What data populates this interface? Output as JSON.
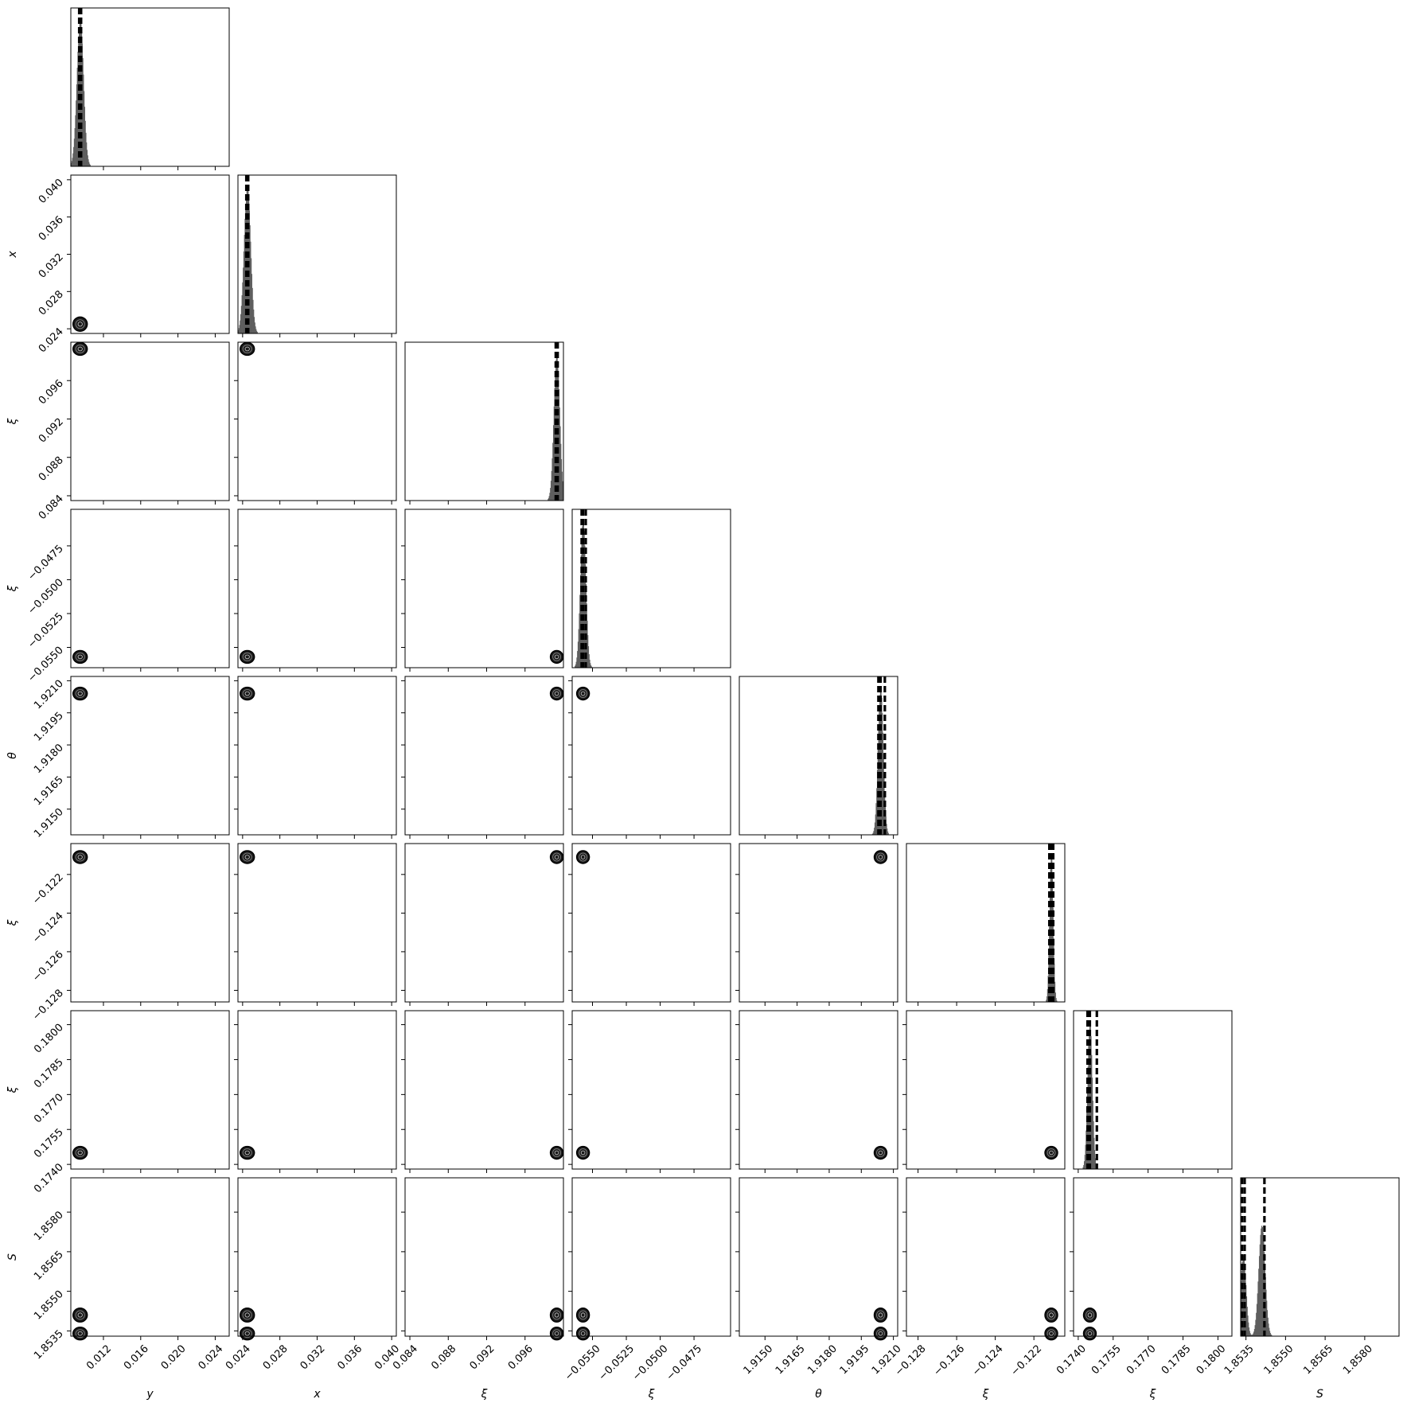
{
  "chart_data": {
    "type": "corner",
    "params": [
      {
        "label": "y",
        "range": [
          0.0085,
          0.0255
        ],
        "ticks": [
          0.012,
          0.016,
          0.02,
          0.024
        ],
        "tick_labels": [
          "0.012",
          "0.016",
          "0.020",
          "0.024"
        ],
        "mean": 0.0095,
        "sd": 0.00035,
        "quantiles": [
          0.0094,
          0.0095,
          0.0096
        ]
      },
      {
        "label": "x",
        "range": [
          0.0235,
          0.0405
        ],
        "ticks": [
          0.024,
          0.028,
          0.032,
          0.036,
          0.04
        ],
        "tick_labels": [
          "0.024",
          "0.028",
          "0.032",
          "0.036",
          "0.040"
        ],
        "mean": 0.0245,
        "sd": 0.00035,
        "quantiles": [
          0.0244,
          0.0245,
          0.0246
        ]
      },
      {
        "label": "ξ",
        "range": [
          0.0835,
          0.1
        ],
        "ticks": [
          0.084,
          0.088,
          0.092,
          0.096
        ],
        "tick_labels": [
          "0.084",
          "0.088",
          "0.092",
          "0.096"
        ],
        "mean": 0.0993,
        "sd": 0.0003,
        "quantiles": [
          0.0992,
          0.0993,
          0.0994
        ]
      },
      {
        "label": "ξ",
        "range": [
          -0.0565,
          -0.0448
        ],
        "ticks": [
          -0.055,
          -0.0525,
          -0.05,
          -0.0475
        ],
        "tick_labels": [
          "−0.0550",
          "−0.0525",
          "−0.0500",
          "−0.0475"
        ],
        "mean": -0.0557,
        "sd": 0.0002,
        "quantiles": [
          -0.0558,
          -0.0557,
          -0.0555
        ]
      },
      {
        "label": "θ",
        "range": [
          1.9138,
          1.9212
        ],
        "ticks": [
          1.915,
          1.9165,
          1.918,
          1.9195,
          1.921
        ],
        "tick_labels": [
          "1.9150",
          "1.9165",
          "1.9180",
          "1.9195",
          "1.9210"
        ],
        "mean": 1.9204,
        "sd": 0.00012,
        "quantiles": [
          1.9203,
          1.9204,
          1.9206
        ]
      },
      {
        "label": "ξ",
        "range": [
          -0.1286,
          -0.1204
        ],
        "ticks": [
          -0.128,
          -0.126,
          -0.124,
          -0.122
        ],
        "tick_labels": [
          "−0.128",
          "−0.126",
          "−0.124",
          "−0.122"
        ],
        "mean": -0.1211,
        "sd": 9e-05,
        "quantiles": [
          -0.1212,
          -0.1211,
          -0.121
        ]
      },
      {
        "label": "ξ",
        "range": [
          0.1738,
          0.1806
        ],
        "ticks": [
          0.174,
          0.1755,
          0.177,
          0.1785,
          0.18
        ],
        "tick_labels": [
          "0.1740",
          "0.1755",
          "0.1770",
          "0.1785",
          "0.1800"
        ],
        "mean": 0.1745,
        "sd": 0.0001,
        "quantiles": [
          0.1744,
          0.1745,
          0.1748
        ]
      },
      {
        "label": "S",
        "range": [
          1.8533,
          1.8593
        ],
        "ticks": [
          1.8535,
          1.855,
          1.8565,
          1.858
        ],
        "tick_labels": [
          "1.8535",
          "1.8550",
          "1.8565",
          "1.8580"
        ],
        "modes": [
          {
            "center": 1.8534,
            "sd": 0.0001,
            "weight": 0.55
          },
          {
            "center": 1.8541,
            "sd": 0.00012,
            "weight": 0.75
          }
        ],
        "quantiles": [
          1.85335,
          1.85345,
          1.8542
        ]
      }
    ]
  }
}
